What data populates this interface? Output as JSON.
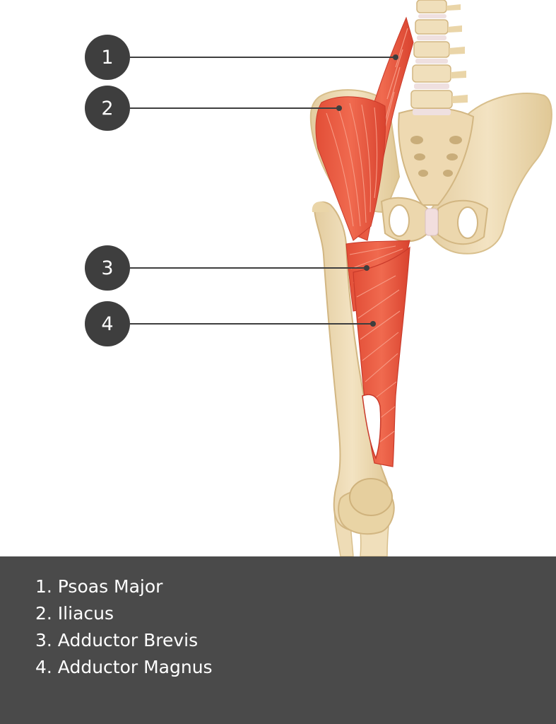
{
  "markers": [
    {
      "number": "1"
    },
    {
      "number": "2"
    },
    {
      "number": "3"
    },
    {
      "number": "4"
    }
  ],
  "legend": [
    {
      "text": "1. Psoas Major"
    },
    {
      "text": "2. Iliacus"
    },
    {
      "text": "3. Adductor Brevis"
    },
    {
      "text": "4. Adductor Magnus"
    }
  ],
  "colors": {
    "bone": "#f0deb8",
    "bone_shadow": "#dcc393",
    "muscle": "#e8583f",
    "muscle_dark": "#c93a2a",
    "marker": "#3e3e3e",
    "leader_line": "#3e3e3e",
    "legend_panel": "#4a4a4a",
    "legend_text": "#ffffff",
    "disc": "#efe0e0"
  }
}
